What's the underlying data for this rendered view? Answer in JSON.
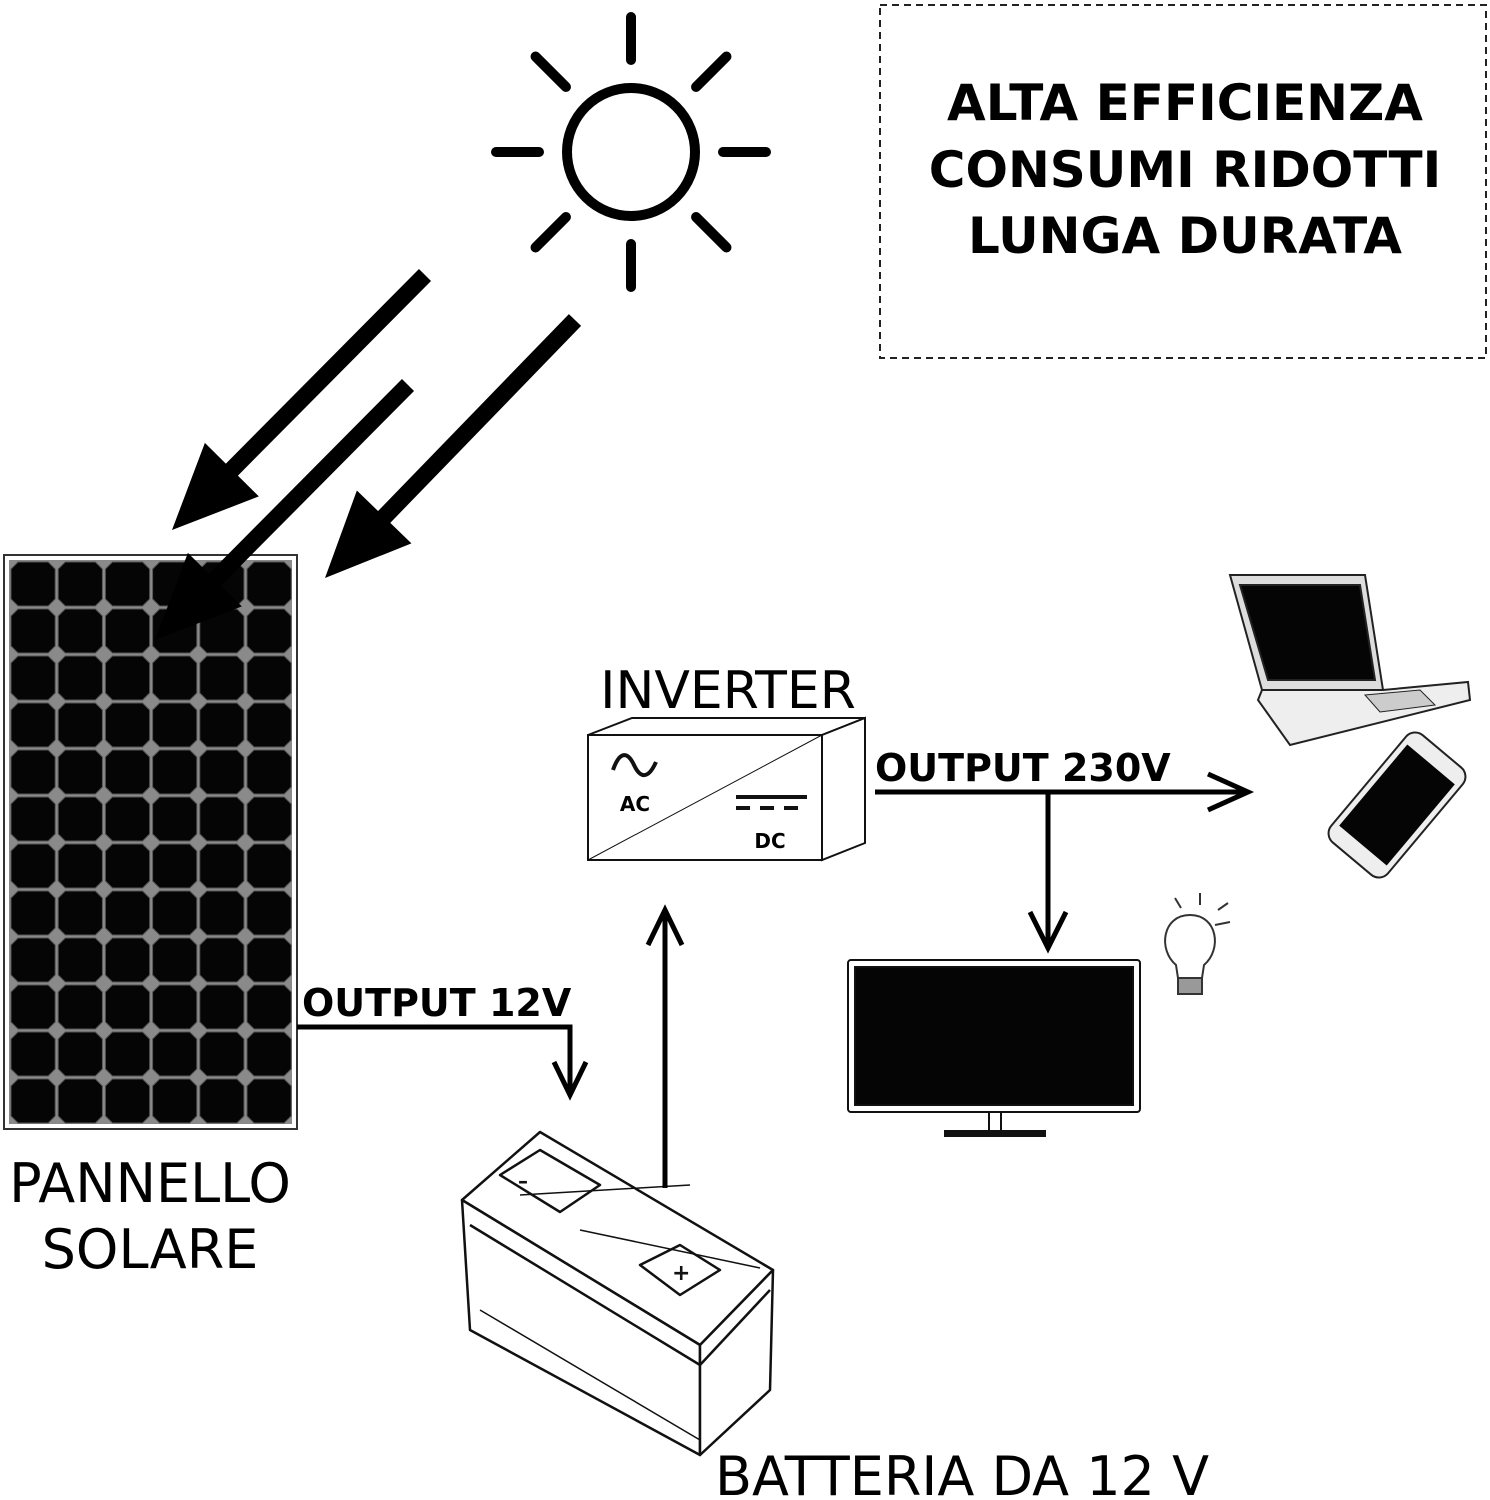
{
  "features": {
    "line1": "ALTA EFFICIENZA",
    "line2": "CONSUMI RIDOTTI",
    "line3": "LUNGA DURATA"
  },
  "labels": {
    "panel_line1": "PANNELLO",
    "panel_line2": "SOLARE",
    "inverter": "INVERTER",
    "inverter_ac": "AC",
    "inverter_dc": "DC",
    "battery": "BATTERIA DA 12 V",
    "output_12v": "OUTPUT 12V",
    "output_230v": "OUTPUT 230V"
  },
  "colors": {
    "ink": "#000000",
    "panel_frame": "#8a8a8a",
    "screen": "#050505"
  }
}
